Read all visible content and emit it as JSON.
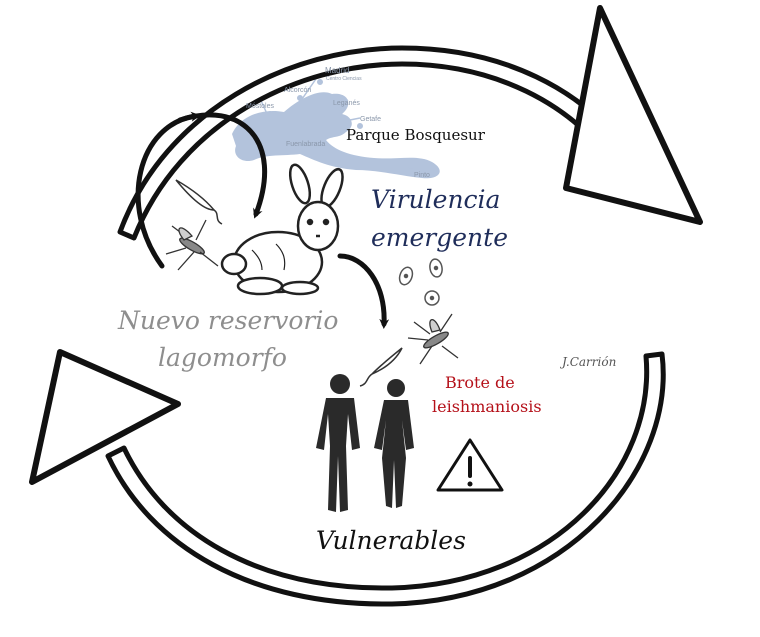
{
  "labels": {
    "park": "Parque Bosquesur",
    "virulence_line1": "Virulencia",
    "virulence_line2": "emergente",
    "reservoir_line1": "Nuevo reservorio",
    "reservoir_line2": "lagomorfo",
    "outbreak_line1": "Brote de",
    "outbreak_line2": "leishmaniosis",
    "vulnerable": "Vulnerables",
    "signature": "J.Carrión"
  },
  "map_labels": {
    "madrid": "Madrid",
    "madrid_sub": "Centro Ciencias",
    "alcorcon": "Alcorcón",
    "mostoles": "Móstoles",
    "leganes": "Leganés",
    "getafe": "Getafe",
    "fuenlabrada": "Fuenlabrada",
    "pinto": "Pinto"
  },
  "icons": [
    "cycle-arrow",
    "flow-arrow",
    "rabbit",
    "sandfly",
    "promastigote",
    "amastigote",
    "human-male",
    "human-female",
    "warning-triangle"
  ],
  "colors": {
    "map": "#b3c3dc",
    "virulence": "#1f2d5a",
    "reservoir": "#8e8e8e",
    "outbreak": "#b5111a",
    "ink": "#111111"
  }
}
